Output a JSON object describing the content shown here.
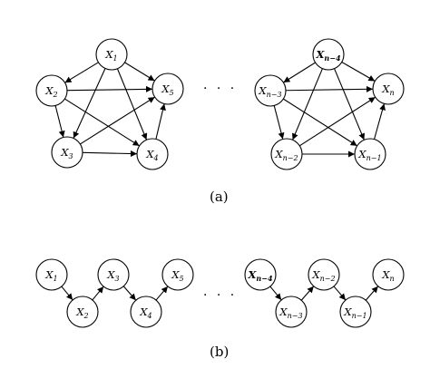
{
  "diagram_a": {
    "caption": "(a)",
    "ellipsis": "· · ·",
    "left_nodes": [
      {
        "id": "a1",
        "base": "X",
        "sub": "1"
      },
      {
        "id": "a2",
        "base": "X",
        "sub": "2"
      },
      {
        "id": "a3",
        "base": "X",
        "sub": "3"
      },
      {
        "id": "a4",
        "base": "X",
        "sub": "4"
      },
      {
        "id": "a5",
        "base": "X",
        "sub": "5"
      }
    ],
    "right_nodes": [
      {
        "id": "b1",
        "base": "X",
        "sub": "n−4",
        "bold": true
      },
      {
        "id": "b2",
        "base": "X",
        "sub": "n−3"
      },
      {
        "id": "b3",
        "base": "X",
        "sub": "n−2"
      },
      {
        "id": "b4",
        "base": "X",
        "sub": "n−1"
      },
      {
        "id": "b5",
        "base": "X",
        "sub": "n"
      }
    ],
    "edges": [
      [
        "1",
        "2"
      ],
      [
        "1",
        "3"
      ],
      [
        "1",
        "4"
      ],
      [
        "1",
        "5"
      ],
      [
        "2",
        "3"
      ],
      [
        "2",
        "4"
      ],
      [
        "2",
        "5"
      ],
      [
        "3",
        "4"
      ],
      [
        "3",
        "5"
      ],
      [
        "4",
        "5"
      ]
    ]
  },
  "diagram_b": {
    "caption": "(b)",
    "ellipsis": "· · ·",
    "left_nodes": [
      {
        "id": "c1",
        "base": "X",
        "sub": "1"
      },
      {
        "id": "c2",
        "base": "X",
        "sub": "2"
      },
      {
        "id": "c3",
        "base": "X",
        "sub": "3"
      },
      {
        "id": "c4",
        "base": "X",
        "sub": "4"
      },
      {
        "id": "c5",
        "base": "X",
        "sub": "5"
      }
    ],
    "right_nodes": [
      {
        "id": "d1",
        "base": "X",
        "sub": "n−4",
        "bold": true
      },
      {
        "id": "d2",
        "base": "X",
        "sub": "n−3"
      },
      {
        "id": "d3",
        "base": "X",
        "sub": "n−2"
      },
      {
        "id": "d4",
        "base": "X",
        "sub": "n−1"
      },
      {
        "id": "d5",
        "base": "X",
        "sub": "n"
      }
    ],
    "edges": [
      [
        "1",
        "2"
      ],
      [
        "2",
        "3"
      ],
      [
        "3",
        "4"
      ],
      [
        "4",
        "5"
      ]
    ]
  }
}
